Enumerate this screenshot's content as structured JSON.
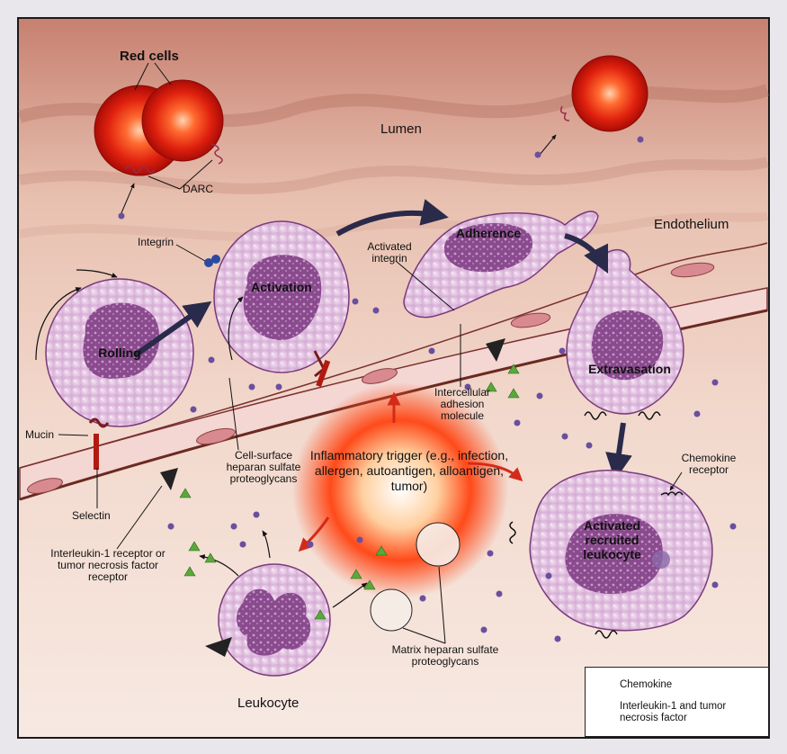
{
  "labels": {
    "red_cells": "Red cells",
    "lumen": "Lumen",
    "darc": "DARC",
    "endothelium": "Endothelium",
    "integrin": "Integrin",
    "activated_integrin": "Activated integrin",
    "mucin": "Mucin",
    "selectin": "Selectin",
    "cell_surface_hspg": "Cell-surface heparan sulfate proteoglycans",
    "intercellular_adhesion": "Intercellular adhesion molecule",
    "chemokine_receptor": "Chemokine receptor",
    "il1_receptor": "Interleukin-1 receptor or tumor necrosis factor receptor",
    "matrix_hspg": "Matrix heparan sulfate proteoglycans",
    "leukocyte": "Leukocyte"
  },
  "stages": {
    "rolling": "Rolling",
    "activation": "Activation",
    "adherence": "Adherence",
    "extravasation": "Extravasation",
    "activated_recruited": "Activated recruited leukocyte"
  },
  "trigger": "Inflammatory trigger (e.g., infection, allergen, autoantigen, alloantigen, tumor)",
  "legend": {
    "chemokine": "Chemokine",
    "il1_tnf": "Interleukin-1 and tumor necrosis factor"
  },
  "colors": {
    "chemokine": "#6a4f9e",
    "il1_tnf": "#5aa83a",
    "rbc": "#d81a10",
    "cell_body": "#e3c3e3",
    "nucleus": "#8a4a8e"
  }
}
